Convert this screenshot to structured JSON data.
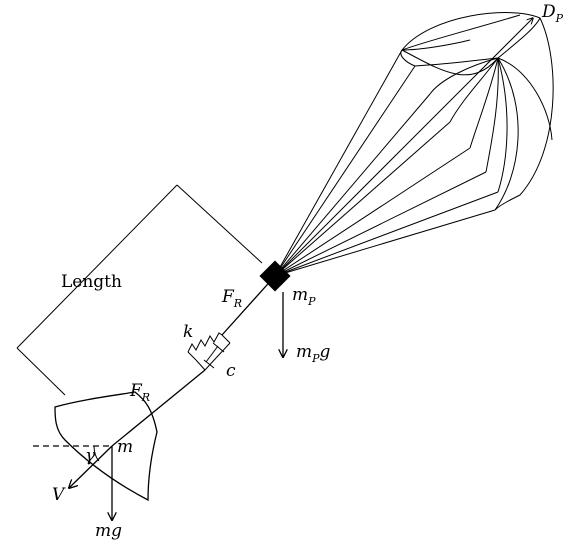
{
  "labels": {
    "drag": {
      "main": "D",
      "sub": "P"
    },
    "parachute_mass": {
      "main": "m",
      "sub": "P"
    },
    "parachute_weight": {
      "main": "m",
      "sub": "P",
      "tail": "g"
    },
    "riser_force_upper": {
      "main": "F",
      "sub": "R"
    },
    "riser_force_lower": {
      "main": "F",
      "sub": "R"
    },
    "spring": "k",
    "damper": "c",
    "length": "Length",
    "mass": "m",
    "angle": "γ",
    "velocity": "V",
    "weight": "mg"
  },
  "colors": {
    "ink": "#000000",
    "background": "#ffffff"
  }
}
